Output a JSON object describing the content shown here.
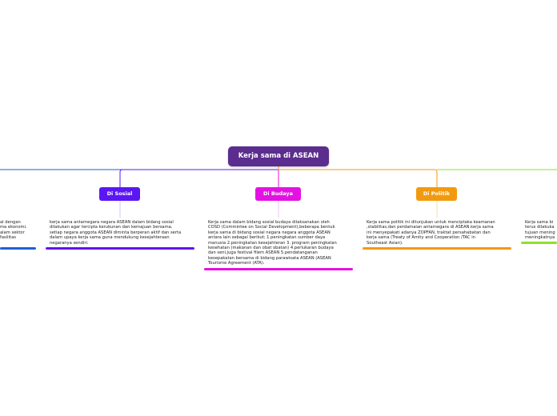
{
  "root": {
    "title": "Kerja sama di ASEAN"
  },
  "colors": {
    "root": "#5b2d8e",
    "ekonomi": "#1f5fd6",
    "sosial": "#5b17f2",
    "budaya": "#e312e3",
    "politik": "#f29a0f",
    "fifth": "#8fe02a"
  },
  "branches": {
    "ekonomi": {
      "note": "al dengan\nma ekonomi.\nalam sektor\n fasilitas"
    },
    "sosial": {
      "label": "Di Sosial",
      "note": "kerja sama antarnegara  negara ASEAN dalam bidang sosial\ndilakukan agar tercipta kerukunan dan kemajuan bersama.\nsetiap negara anggota ASEAN diminta berperan aktif dan serta\ndalam upaya kerja sama guna mendukung kesejahteraan\nnegaranya sendiri."
    },
    "budaya": {
      "label": "Di Budaya",
      "note": "Kerja sama dalam bidang sosial budaya dilaksanakan oleh\nCOSD (Commintee on Social Development),beberapa bentuk\nkerja sama di bidang sosial negara negara anggota ASEAN\nantara lain sebagai berikut; 1.peningkatan sumber daya\nmanusia 2.peningkatan kesejahteran 3. program peningkatan\nkesehatan (makanan dan obat obatan) 4.perlukaran budaya\ndan seni,juga festival filem ASEAN 5.pendatanganan\nkesepakatan bersama di bidang parawisata ASEAN (ASEAN\nTourisme Agreement (ATA)."
    },
    "politik": {
      "label": "Di Politik",
      "note": "Kerja sama politik ini ditunjukan untuk menciptaka keamanan\n,stabilitas,dan perdamaian antarnegara di ASEAN.kerja sama\nini menyepakati adanya ZOPFAN, traktat persahabatan dan\nkerja sama (Treaty of Amity and Cooperation /TAC in\nSoutheast Asian)."
    },
    "fifth": {
      "note": "Kerja sama bi\nterus dilakuka\ntujuan mening\nmeningkatnya"
    }
  }
}
